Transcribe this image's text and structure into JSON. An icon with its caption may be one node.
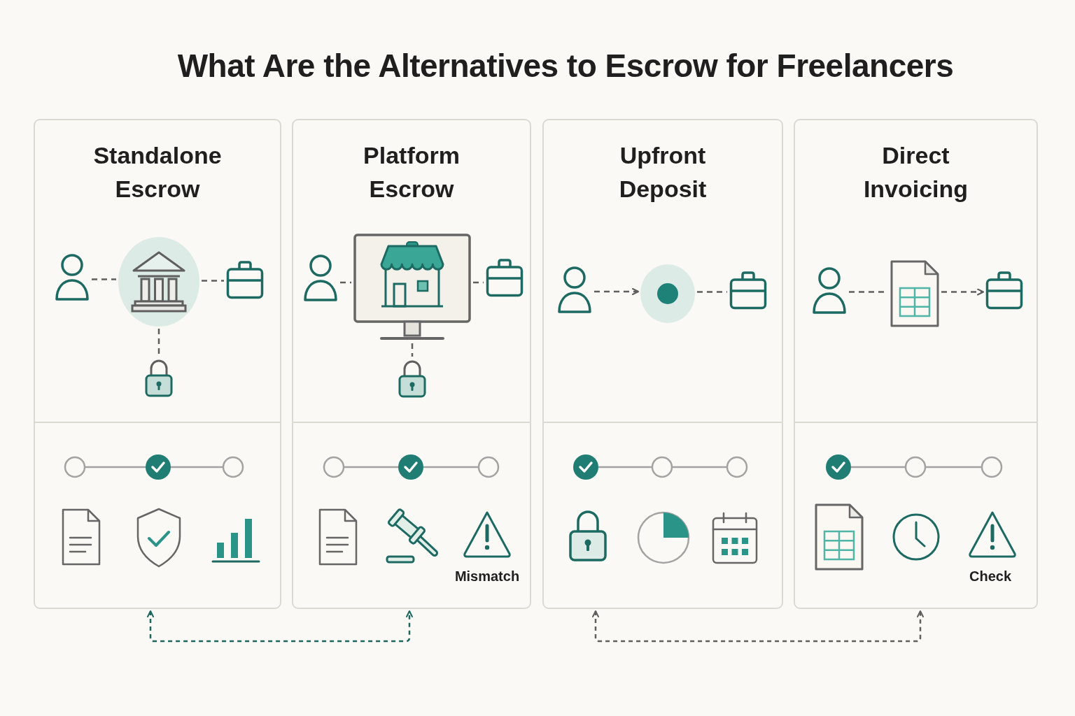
{
  "diagram": {
    "title": "What Are the Alternatives to Escrow for Freelancers",
    "nodes": [
      {
        "text": [
          "Standalone Escrow"
        ]
      },
      {
        "text": [],
        "shape": "person",
        "in": 0
      },
      {
        "text": [],
        "shape": "picture",
        "in": 0
      },
      {
        "text": [],
        "shape": "picture",
        "in": 0
      },
      {
        "text": [],
        "shape": "picture",
        "in": 0
      },
      {
        "text": [
          "Platform Escrow"
        ]
      },
      {
        "text": [],
        "shape": "person",
        "in": 5
      },
      {
        "text": [],
        "shape": "picture",
        "in": 5
      },
      {
        "text": [],
        "shape": "picture",
        "in": 5
      },
      {
        "text": [],
        "shape": "picture",
        "in": 5
      },
      {
        "text": [
          "Upfront Deposit"
        ]
      },
      {
        "text": [],
        "shape": "person",
        "in": 10
      },
      {
        "text": [],
        "shape": "circle",
        "in": 10
      },
      {
        "text": [],
        "shape": "picture",
        "in": 10
      },
      {
        "text": [
          "Direct Invoicing"
        ]
      },
      {
        "text": [],
        "shape": "person",
        "in": 14
      },
      {
        "text": [],
        "shape": "picture",
        "in": 14
      },
      {
        "text": [],
        "shape": "picture",
        "in": 14
      }
    ],
    "edges": [
      {
        "from": 1,
        "to": 2,
        "arrow": "none",
        "style": "dashed"
      },
      {
        "from": 2,
        "to": 3,
        "arrow": "none",
        "style": "dashed"
      },
      {
        "from": 2,
        "to": 4,
        "arrow": "none",
        "style": "dashed"
      },
      {
        "from": 6,
        "to": 7,
        "arrow": "none",
        "style": "dashed"
      },
      {
        "from": 7,
        "to": 8,
        "arrow": "none",
        "style": "dashed"
      },
      {
        "from": 7,
        "to": 9,
        "arrow": "none",
        "style": "dashed"
      },
      {
        "from": 11,
        "to": 12,
        "arrow": "to",
        "style": "dashed"
      },
      {
        "from": 12,
        "to": 13,
        "arrow": "none",
        "style": "dashed"
      },
      {
        "from": 15,
        "to": 16,
        "arrow": "none",
        "style": "dashed"
      },
      {
        "from": 16,
        "to": 17,
        "arrow": "to",
        "style": "dashed"
      },
      {
        "from": 0,
        "to": 5,
        "arrow": "both",
        "style": "dashed",
        "color": "#1d675f"
      },
      {
        "from": 10,
        "to": 14,
        "arrow": "both",
        "style": "dashed"
      }
    ],
    "labels": [
      "Mismatch",
      "Check"
    ]
  }
}
